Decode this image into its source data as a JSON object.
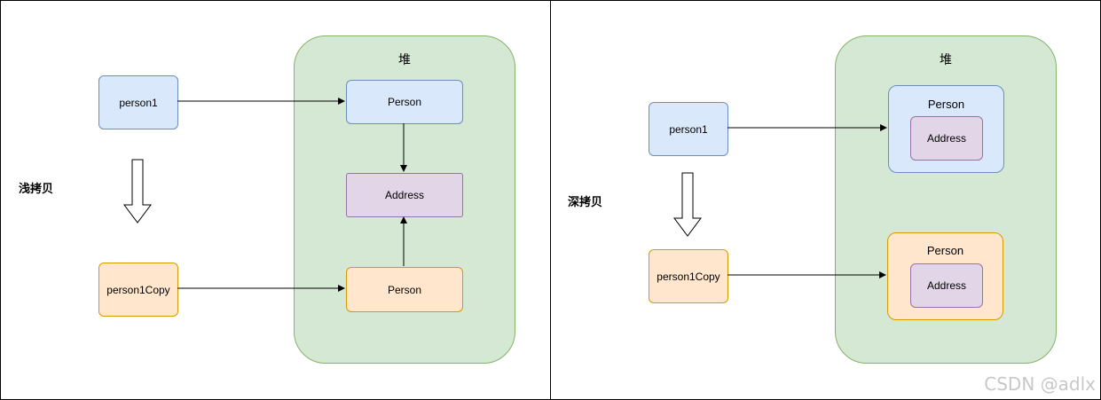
{
  "shallow": {
    "title": "浅拷贝",
    "heap_label": "堆",
    "var1": "person1",
    "var2": "person1Copy",
    "obj1": "Person",
    "obj2": "Person",
    "addr": "Address"
  },
  "deep": {
    "title": "深拷贝",
    "heap_label": "堆",
    "var1": "person1",
    "var2": "person1Copy",
    "obj1": "Person",
    "obj1_inner": "Address",
    "obj2": "Person",
    "obj2_inner": "Address"
  },
  "watermark": "CSDN @adlx",
  "colors": {
    "blue_fill": "#dae8fc",
    "orange_fill": "#ffe6cc",
    "purple_fill": "#e1d5e7",
    "green_fill": "#d5e8d4"
  }
}
